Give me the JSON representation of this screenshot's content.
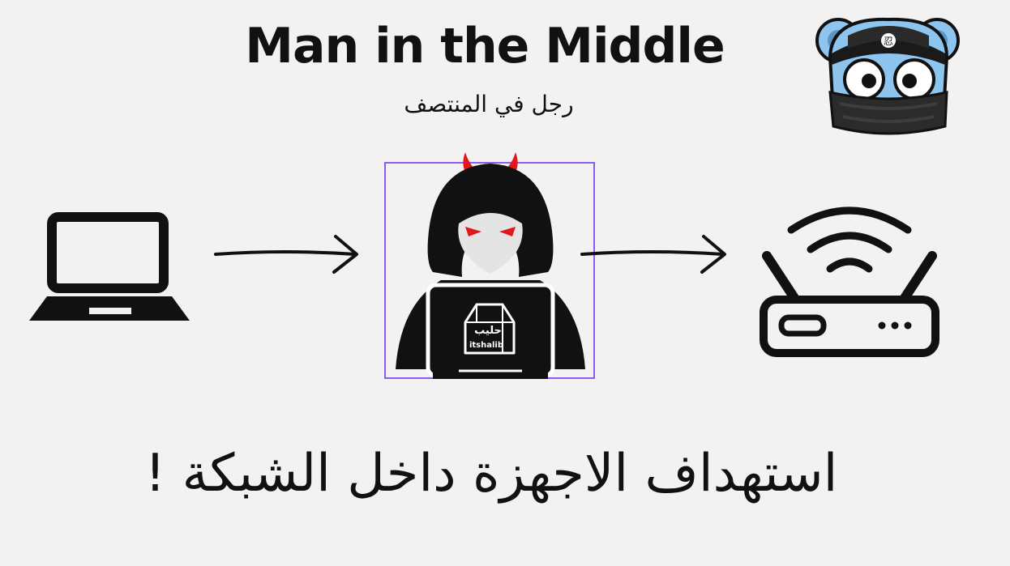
{
  "title": "Man in the Middle",
  "subtitle": "رجل في المنتصف",
  "caption": "استهداف الاجهزة داخل الشبكة !",
  "hacker": {
    "laptop_brand_ar": "حليب",
    "laptop_brand_en": "itshalib"
  },
  "colors": {
    "background": "#f2f2f2",
    "ink": "#111111",
    "devil_red": "#e01818",
    "selection_border": "#8b5cf6",
    "mascot_blue": "#8ec5ee"
  },
  "icons": {
    "laptop": "laptop-icon",
    "router": "wifi-router-icon",
    "hacker": "hooded-hacker-icon",
    "mascot": "ninja-gopher-mascot"
  }
}
